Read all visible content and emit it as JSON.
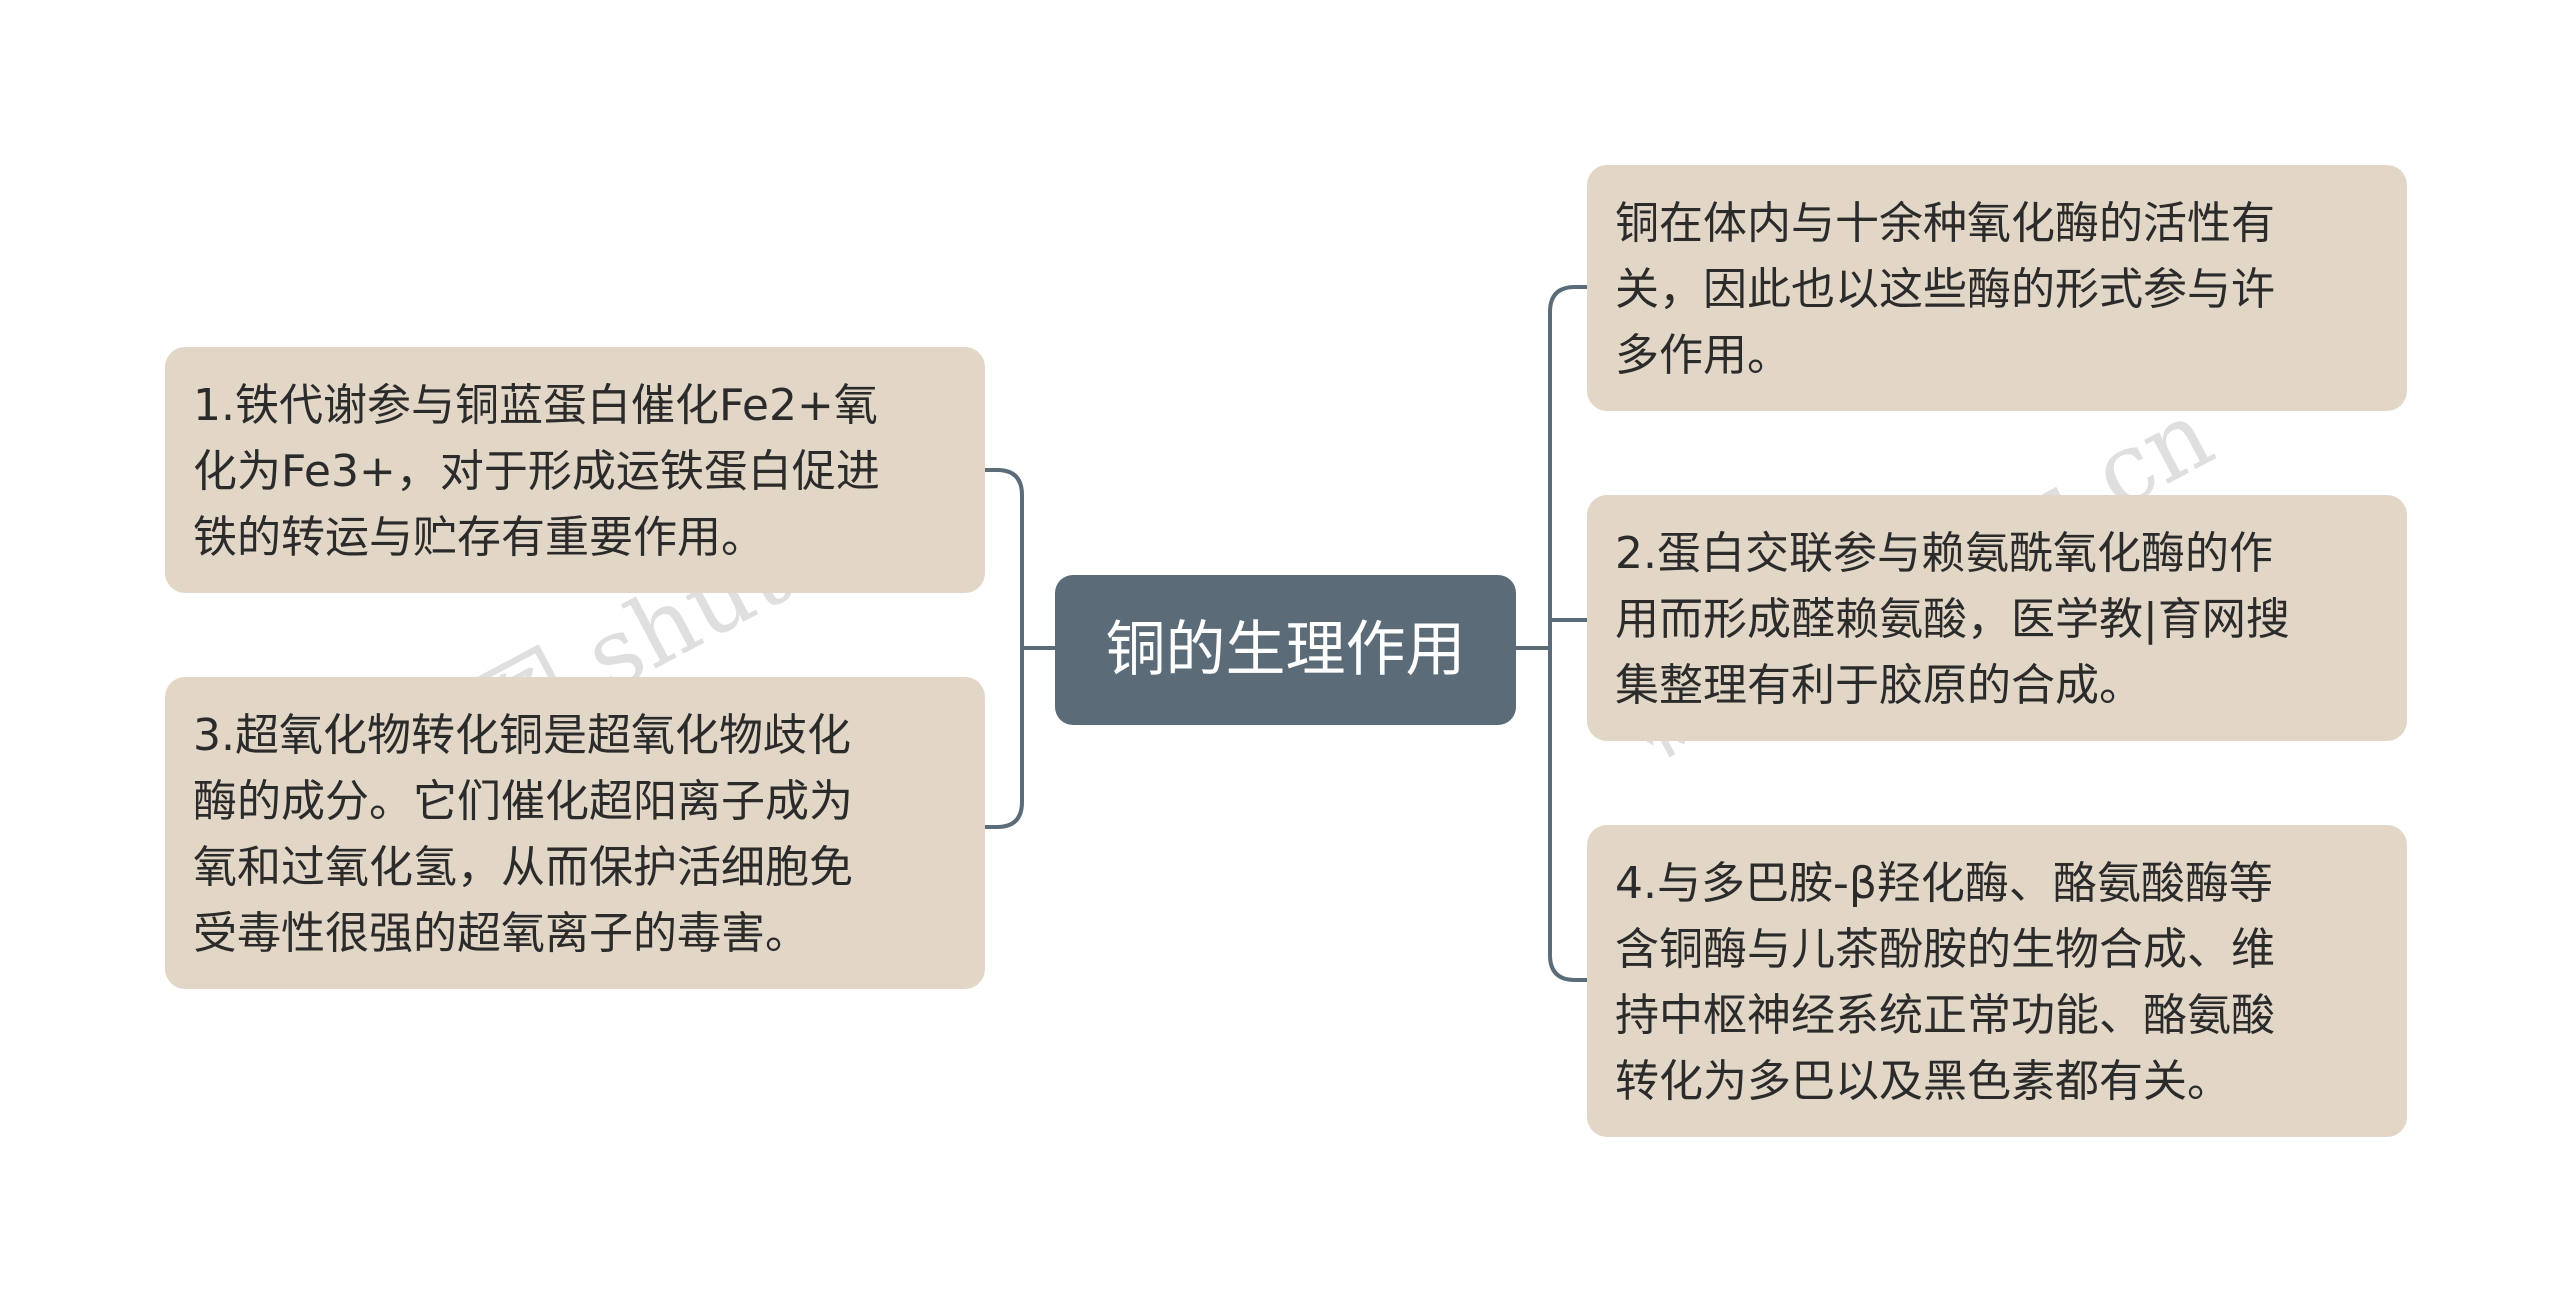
{
  "center": {
    "title": "铜的生理作用"
  },
  "left_branches": [
    {
      "text": "1.铁代谢参与铜蓝蛋白催化Fe2+氧\n化为Fe3+，对于形成运铁蛋白促进\n铁的转运与贮存有重要作用。"
    },
    {
      "text": "3.超氧化物转化铜是超氧化物歧化\n酶的成分。它们催化超阳离子成为\n氧和过氧化氢，从而保护活细胞免\n受毒性很强的超氧离子的毒害。"
    }
  ],
  "right_branches": [
    {
      "text": "铜在体内与十余种氧化酶的活性有\n关，因此也以这些酶的形式参与许\n多作用。"
    },
    {
      "text": "2.蛋白交联参与赖氨酰氧化酶的作\n用而形成醛赖氨酸，医学教|育网搜\n集整理有利于胶原的合成。"
    },
    {
      "text": "4.与多巴胺-β羟化酶、酪氨酸酶等\n含铜酶与儿茶酚胺的生物合成、维\n持中枢神经系统正常功能、酪氨酸\n转化为多巴以及黑色素都有关。"
    }
  ],
  "watermarks": [
    "树图 shutu.cn",
    "树图 shutu.cn"
  ],
  "colors": {
    "node_fill": "#e2d7c7",
    "center_fill": "#5b6c78",
    "connector": "#5b6c78",
    "text": "#2b2b2b"
  }
}
